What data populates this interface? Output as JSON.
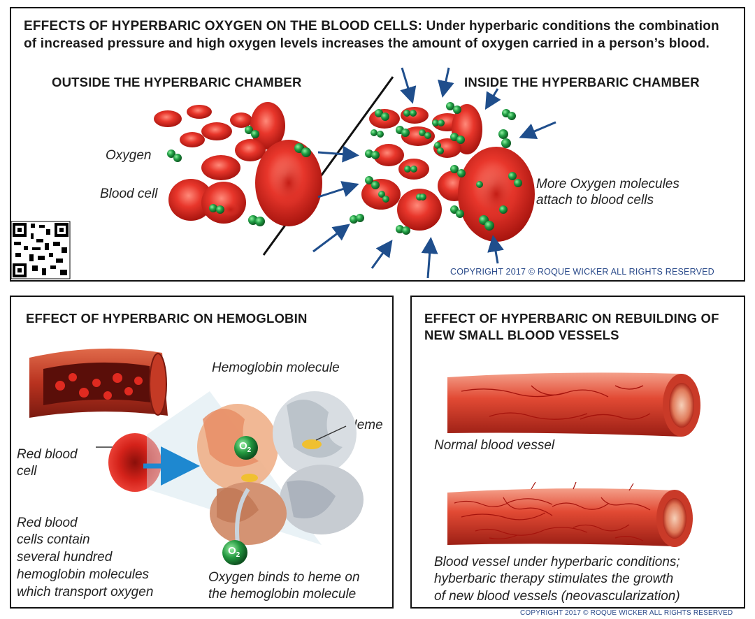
{
  "top": {
    "title_line1": "EFFECTS OF HYPERBARIC OXYGEN ON THE BLOOD CELLS: Under hyperbaric conditions the combination",
    "title_line2": "of increased pressure and high oxygen levels increases the amount of oxygen carried in a person’s blood.",
    "outside_heading": "OUTSIDE THE HYPERBARIC CHAMBER",
    "inside_heading": "INSIDE THE HYPERBARIC CHAMBER",
    "label_oxygen": "Oxygen",
    "label_blood_cell": "Blood cell",
    "label_more_line1": "More Oxygen molecules",
    "label_more_line2": "attach to blood cells",
    "copyright": "COPYRIGHT 2017 © ROQUE WICKER ALL RIGHTS RESERVED"
  },
  "hemoglobin": {
    "title": "EFFECT OF HYPERBARIC ON HEMOGLOBIN",
    "label_molecule": "Hemoglobin molecule",
    "label_heme": "Heme",
    "label_rbc_line1": "Red blood",
    "label_rbc_line2": "cell",
    "desc_line1": "Red blood",
    "desc_line2": "cells contain",
    "desc_line3": "several hundred",
    "desc_line4": "hemoglobin molecules",
    "desc_line5": "which transport oxygen",
    "binds_line1": "Oxygen binds to heme on",
    "binds_line2": "the hemoglobin molecule",
    "o2_symbol": "O",
    "o2_subscript": "2"
  },
  "vessels": {
    "title_line1": "EFFECT OF HYPERBARIC ON REBUILDING OF",
    "title_line2": "NEW SMALL BLOOD VESSELS",
    "label_normal": "Normal blood vessel",
    "hyper_line1": "Blood vessel under hyperbaric conditions;",
    "hyper_line2": "hyberbaric therapy stimulates the growth",
    "hyper_line3": "of new blood vessels (neovascularization)"
  },
  "footer": {
    "copyright": "COPYRIGHT 2017 © ROQUE WICKER ALL RIGHTS RESERVED"
  },
  "colors": {
    "cell_red": "#d62a22",
    "oxygen_green": "#1f8f3a",
    "arrow_blue": "#1f4e8c",
    "copyright_blue": "#2a4a8a"
  }
}
